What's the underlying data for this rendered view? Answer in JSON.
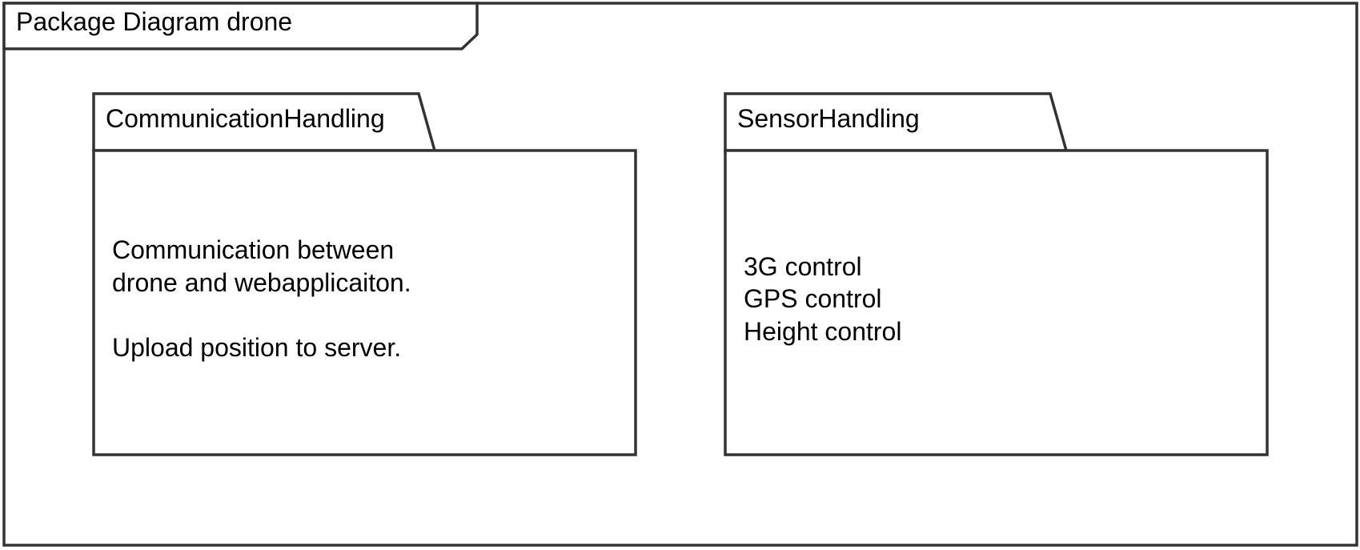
{
  "diagram": {
    "frame": {
      "title": "Package Diagram drone"
    },
    "packages": [
      {
        "name": "CommunicationHandling",
        "lines": [
          "Communication between",
          "drone and webapplicaiton.",
          "",
          "Upload position to server."
        ]
      },
      {
        "name": "SensorHandling",
        "lines": [
          "3G control",
          "GPS control",
          "Height control"
        ]
      }
    ],
    "colors": {
      "stroke": "#333333",
      "fill": "#ffffff",
      "text": "#000000"
    }
  }
}
